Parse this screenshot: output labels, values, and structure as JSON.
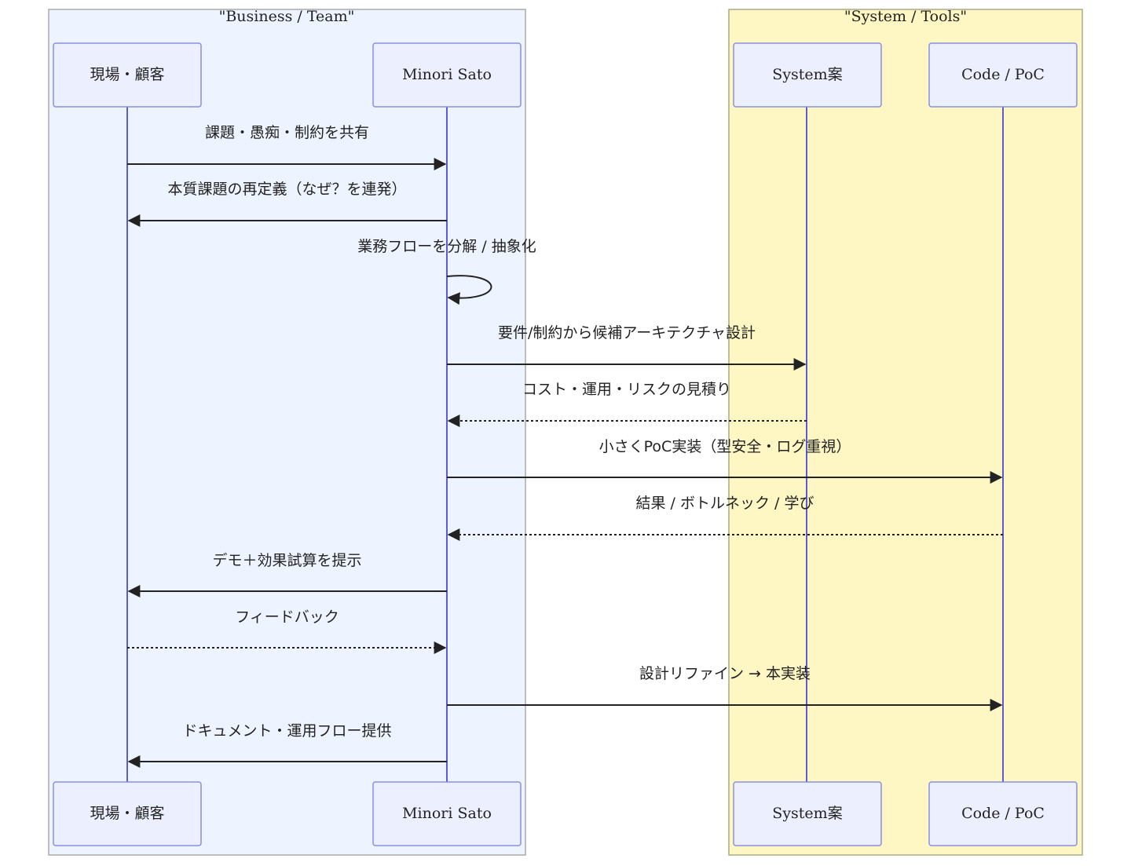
{
  "groups": [
    {
      "id": "business",
      "title": "\"Business / Team\"",
      "fill": "#eef4ff",
      "stroke": "#aaaaaa"
    },
    {
      "id": "system",
      "title": "\"System / Tools\"",
      "fill": "#fef7c3",
      "stroke": "#aaaa88"
    }
  ],
  "actors": [
    {
      "id": "customer",
      "label": "現場・顧客"
    },
    {
      "id": "minori",
      "label": "Minori Sato"
    },
    {
      "id": "system",
      "label": "System案"
    },
    {
      "id": "poc",
      "label": "Code / PoC"
    }
  ],
  "messages": [
    {
      "from": "customer",
      "to": "minori",
      "text": "課題・愚痴・制約を共有",
      "style": "solid"
    },
    {
      "from": "minori",
      "to": "customer",
      "text": "本質課題の再定義（なぜ？を連発）",
      "style": "solid"
    },
    {
      "from": "minori",
      "to": "minori",
      "text": "業務フローを分解 / 抽象化",
      "style": "self"
    },
    {
      "from": "minori",
      "to": "system",
      "text": "要件/制約から候補アーキテクチャ設計",
      "style": "solid"
    },
    {
      "from": "system",
      "to": "minori",
      "text": "コスト・運用・リスクの見積り",
      "style": "dashed"
    },
    {
      "from": "minori",
      "to": "poc",
      "text": "小さくPoC実装（型安全・ログ重視）",
      "style": "solid"
    },
    {
      "from": "poc",
      "to": "minori",
      "text": "結果 / ボトルネック / 学び",
      "style": "dashed"
    },
    {
      "from": "minori",
      "to": "customer",
      "text": "デモ＋効果試算を提示",
      "style": "solid"
    },
    {
      "from": "customer",
      "to": "minori",
      "text": "フィードバック",
      "style": "dashed"
    },
    {
      "from": "minori",
      "to": "poc",
      "text": "設計リファイン → 本実装",
      "style": "solid"
    },
    {
      "from": "minori",
      "to": "customer",
      "text": "ドキュメント・運用フロー提供",
      "style": "solid"
    }
  ],
  "colors": {
    "actor_fill": "#eceffe",
    "actor_stroke": "#8a8fe0",
    "lifeline": "#5b5bd6",
    "arrow": "#222222"
  }
}
